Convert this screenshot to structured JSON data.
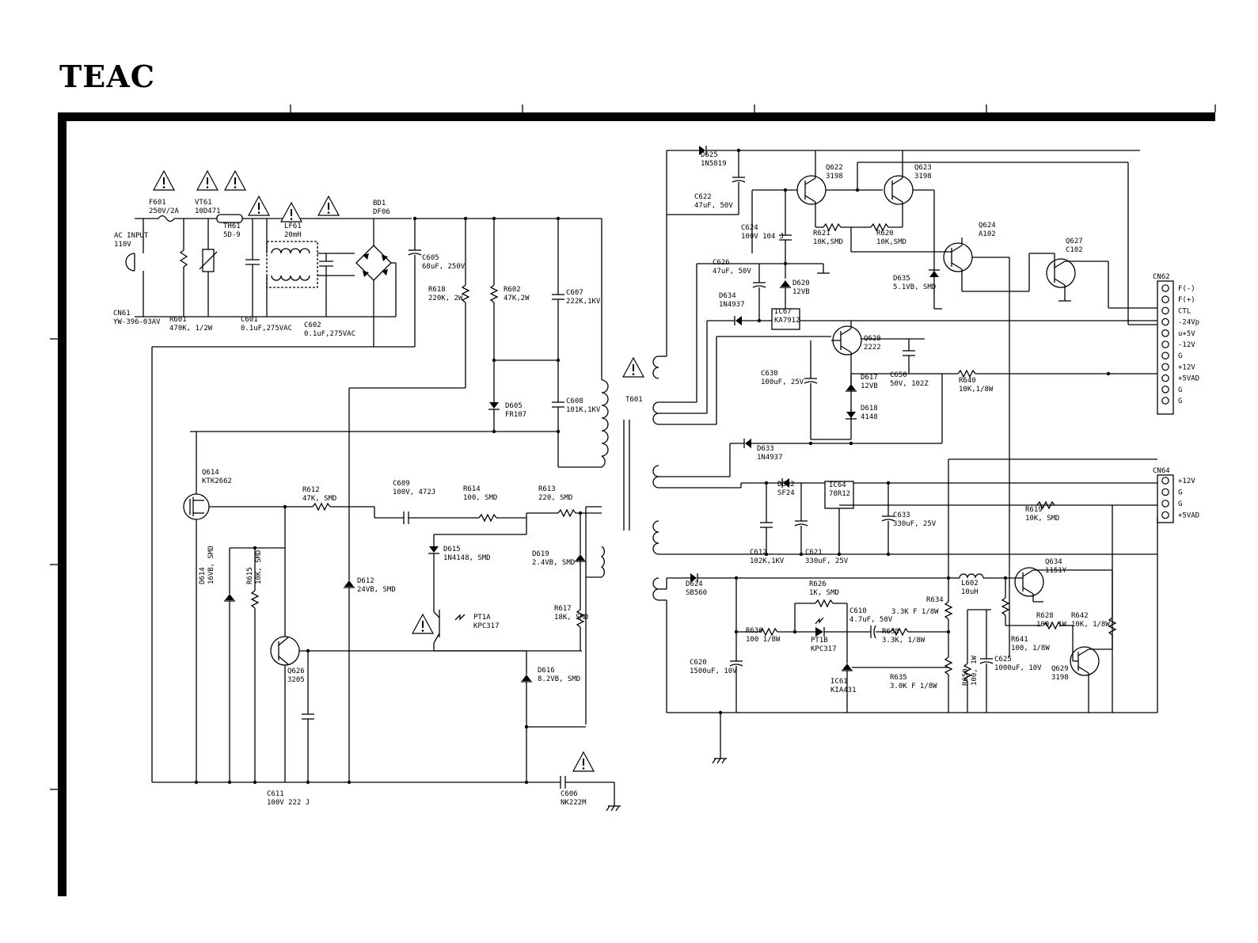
{
  "brand": "TEAC",
  "labels": {
    "F601": [
      "F601",
      "250V/2A"
    ],
    "VT61": [
      "VT61",
      "10D471"
    ],
    "TH61": [
      "TH61",
      "5D-9"
    ],
    "LF61": [
      "LF61",
      "20mH"
    ],
    "BD1": [
      "BD1",
      "DF06"
    ],
    "ACIN": [
      "AC INPUT",
      "110V"
    ],
    "CN61": [
      "CN61",
      "YW-396-03AV"
    ],
    "R601": [
      "R601",
      "470K, 1/2W"
    ],
    "C601": [
      "C601",
      "0.1uF,275VAC"
    ],
    "C602": [
      "C602",
      "0.1uF,275VAC"
    ],
    "C605": [
      "C605",
      "68uF, 250V"
    ],
    "R618": [
      "R618",
      "220K, 2W"
    ],
    "R602": [
      "R602",
      "47K,2W"
    ],
    "C607": [
      "C607",
      "222K,1KV"
    ],
    "C608": [
      "C608",
      "101K,1KV"
    ],
    "D605": [
      "D605",
      "FR107"
    ],
    "T601": [
      "T601"
    ],
    "Q614": [
      "Q614",
      "KTK2662"
    ],
    "R612": [
      "R612",
      "47K, SMD"
    ],
    "C609": [
      "C609",
      "100V, 472J"
    ],
    "R614": [
      "R614",
      "100, SMD"
    ],
    "R613": [
      "R613",
      "220, SMD"
    ],
    "D615": [
      "D615",
      "1N4148, SMD"
    ],
    "D619": [
      "D619",
      "2.4VB, SMD"
    ],
    "R617": [
      "R617",
      "18K, SMD"
    ],
    "PT1A": [
      "PT1A",
      "KPC317"
    ],
    "D614": [
      "D614",
      "16VB, SMD"
    ],
    "R615": [
      "R615",
      "10K, SMD"
    ],
    "D612": [
      "D612",
      "24VB, SMD"
    ],
    "Q626": [
      "Q626",
      "3205"
    ],
    "D616": [
      "D616",
      "8.2VB, SMD"
    ],
    "C611": [
      "C611",
      "100V 222 J"
    ],
    "C606": [
      "C606",
      "NK222M"
    ],
    "D625": [
      "D625",
      "1N5819"
    ],
    "C622": [
      "C622",
      "47uF, 50V"
    ],
    "Q622": [
      "Q622",
      "3198"
    ],
    "Q623": [
      "Q623",
      "3198"
    ],
    "C624": [
      "C624",
      "100V 104 J"
    ],
    "R621": [
      "R621",
      "10K,SMD"
    ],
    "R620": [
      "R620",
      "10K,SMD"
    ],
    "Q624": [
      "Q624",
      "A102"
    ],
    "Q627": [
      "Q627",
      "C102"
    ],
    "C626": [
      "C626",
      "47uF, 50V"
    ],
    "D620": [
      "D620",
      "12VB"
    ],
    "D635": [
      "D635",
      "5.1VB, SMD"
    ],
    "D634": [
      "D634",
      "1N4937"
    ],
    "IC67": [
      "IC67",
      "KA7912"
    ],
    "Q628": [
      "Q628",
      "2222"
    ],
    "C630": [
      "C630",
      "100uF, 25V"
    ],
    "D617": [
      "D617",
      "12VB"
    ],
    "C650": [
      "C650",
      "50V, 102Z"
    ],
    "R640": [
      "R640",
      "10K,1/8W"
    ],
    "D618": [
      "D618",
      "4148"
    ],
    "D633": [
      "D633",
      "1N4937"
    ],
    "D632": [
      "D632",
      "SF24"
    ],
    "IC64": [
      "IC64",
      "78R12"
    ],
    "C633": [
      "C633",
      "330uF, 25V"
    ],
    "R619": [
      "R619",
      "10K, SMD"
    ],
    "C612": [
      "C612",
      "102K,1KV"
    ],
    "C621": [
      "C621",
      "330uF, 25V"
    ],
    "D624": [
      "D624",
      "SB560"
    ],
    "R626": [
      "R626",
      "1K, SMD"
    ],
    "R636": [
      "R636",
      "100 1/8W"
    ],
    "PT1B": [
      "PT1B",
      "KPC317"
    ],
    "C610": [
      "C610",
      "4.7uF, 50V"
    ],
    "R634L": [
      "3.3K F 1/8W"
    ],
    "R634": [
      "R634"
    ],
    "R638": [
      "R638",
      "3.3K, 1/8W"
    ],
    "R635": [
      "R635",
      "3.0K F 1/8W"
    ],
    "IC61": [
      "IC61",
      "KIA431"
    ],
    "C620": [
      "C620",
      "1500uF, 10V"
    ],
    "L602": [
      "L602",
      "10uH"
    ],
    "R650": [
      "R650",
      "100, 1W"
    ],
    "C625": [
      "C625",
      "1000uF, 10V"
    ],
    "Q634": [
      "Q634",
      "1151Y"
    ],
    "R628": [
      "R628",
      "100, 1W"
    ],
    "R642": [
      "R642",
      "10K, 1/8W"
    ],
    "R641": [
      "R641",
      "100, 1/8W"
    ],
    "Q629": [
      "Q629",
      "3198"
    ]
  },
  "cn62": {
    "label": "CN62",
    "pins": [
      "F(-)",
      "F(+)",
      "CTL",
      "-24Vp",
      "u+5V",
      "-12V",
      "G",
      "+12V",
      "+5VAD",
      "G",
      "G"
    ]
  },
  "cn64": {
    "label": "CN64",
    "pins": [
      "+12V",
      "G",
      "G",
      "+5VAD"
    ]
  }
}
